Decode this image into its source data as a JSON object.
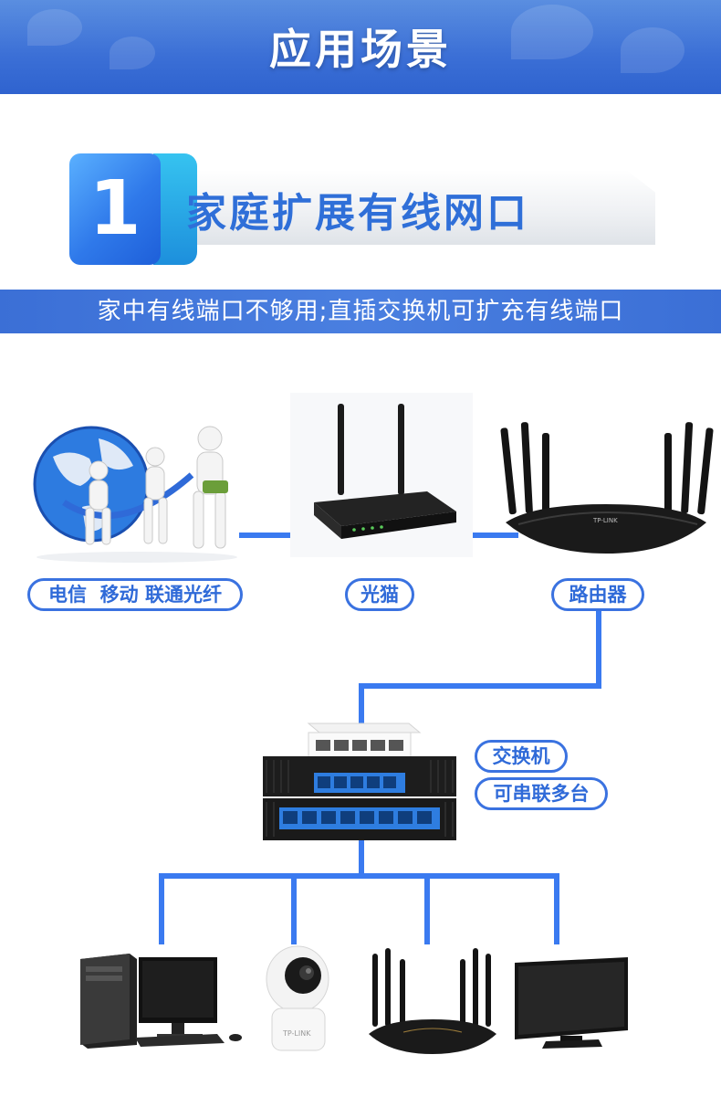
{
  "banner": {
    "title": "应用场景"
  },
  "section": {
    "number": "1",
    "heading": "家庭扩展有线网口"
  },
  "subtitle": "家中有线端口不够用;直插交换机可扩充有线端口",
  "labels": {
    "isp": "电信  移动 联通光纤",
    "modem": "光猫",
    "router": "路由器",
    "switch": "交换机",
    "cascade": "可串联多台"
  },
  "logo_text": "TP-LINK",
  "colors": {
    "accent": "#3a72e0",
    "banner": "#3b6fd6",
    "wire": "#3a7af0"
  }
}
